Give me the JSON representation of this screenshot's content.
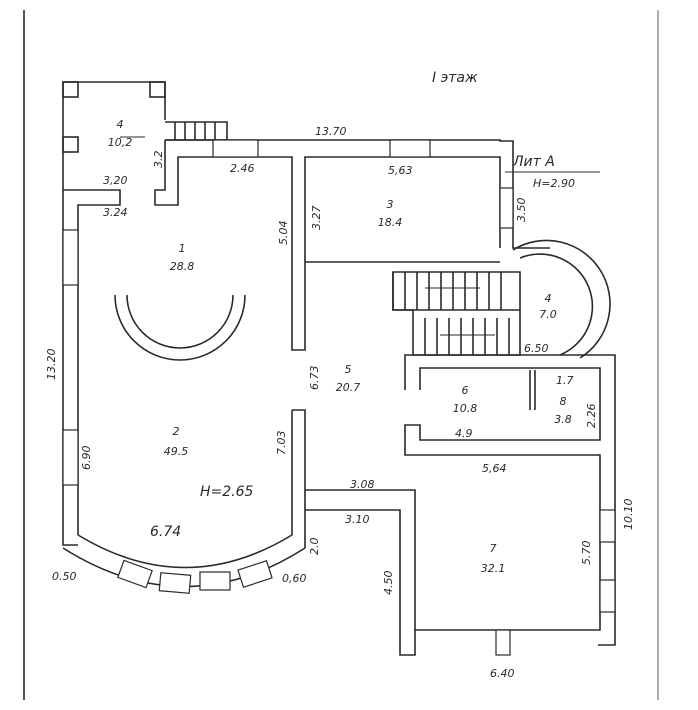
{
  "title": "I этаж",
  "liter": "Лит А",
  "height_main": "H=2.90",
  "height_hall": "H=2.65",
  "rooms": [
    {
      "num": "4",
      "area": "10,2"
    },
    {
      "num": "1",
      "area": "28.8"
    },
    {
      "num": "3",
      "area": "18.4"
    },
    {
      "num": "4",
      "area": "7.0"
    },
    {
      "num": "5",
      "area": "20.7"
    },
    {
      "num": "6",
      "area": "10.8"
    },
    {
      "num": "8",
      "area": "3.8"
    },
    {
      "num": "2",
      "area": "49.5"
    },
    {
      "num": "7",
      "area": "32.1"
    }
  ],
  "dimensions": [
    "13.70",
    "3.2",
    "2.46",
    "5,63",
    "3.50",
    "3,20",
    "3.24",
    "5.04",
    "3.27",
    "13.20",
    "6.73",
    "6.50",
    "1.7",
    "2.26",
    "4.9",
    "5,64",
    "7.03",
    "6.90",
    "3.08",
    "3.10",
    "6.74",
    "2.0",
    "0.50",
    "0,60",
    "4.50",
    "5.70",
    "10.10",
    "6.40"
  ]
}
